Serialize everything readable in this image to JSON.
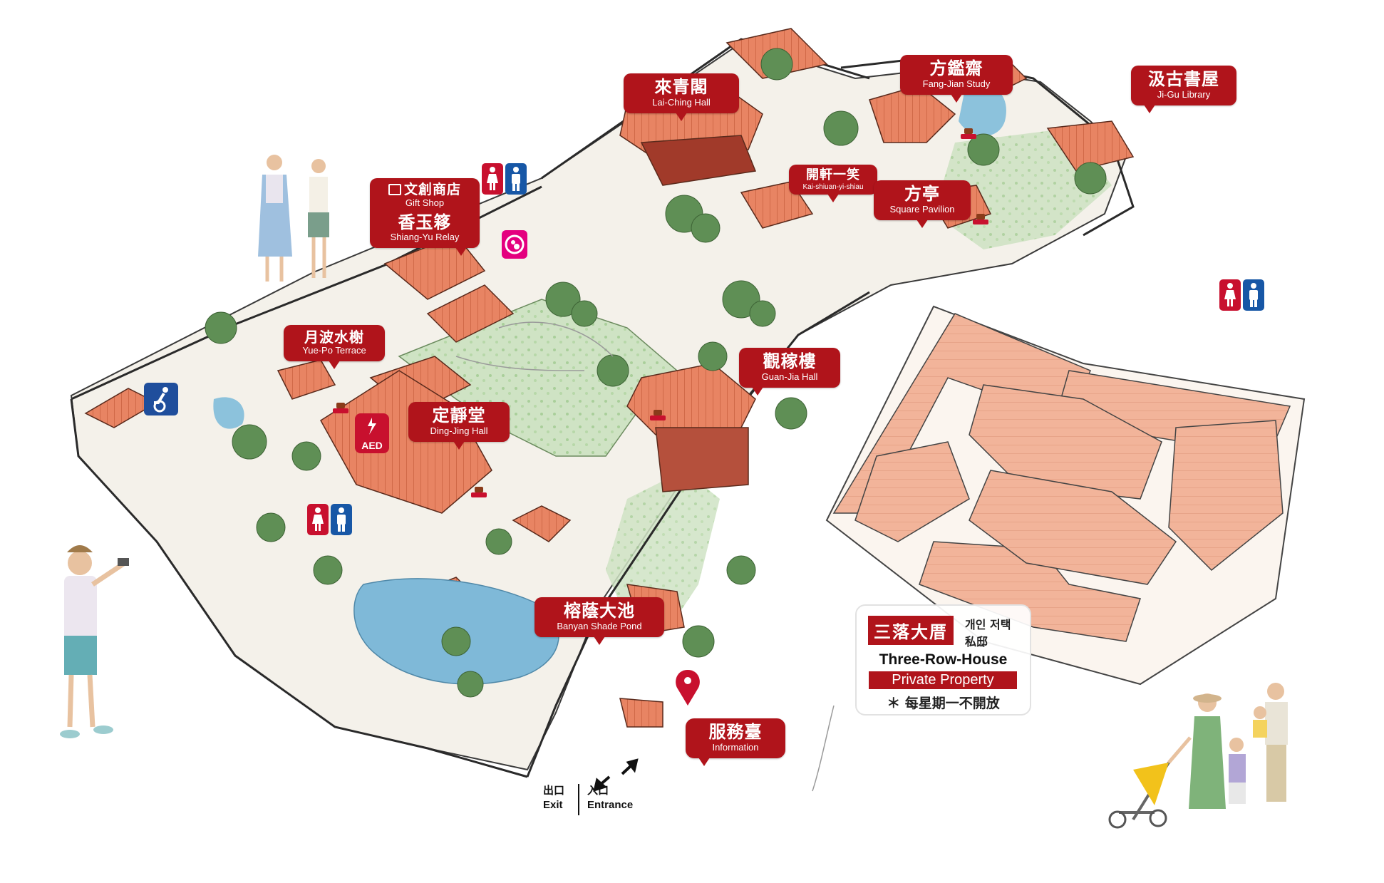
{
  "labels": {
    "lai_ching": {
      "zh": "來青閣",
      "en": "Lai-Ching Hall"
    },
    "fang_jian": {
      "zh": "方鑑齋",
      "en": "Fang-Jian Study"
    },
    "ji_gu": {
      "zh": "汲古書屋",
      "en": "Ji-Gu Library"
    },
    "kai_shiuan": {
      "zh": "開軒一笑",
      "en": "Kai-shiuan-yi-shiau"
    },
    "square_pavilion": {
      "zh": "方亭",
      "en": "Square Pavilion"
    },
    "gift_shop": {
      "zh": "文創商店",
      "en": "Gift Shop"
    },
    "shiang_yu": {
      "zh": "香玉簃",
      "en": "Shiang-Yu Relay"
    },
    "yue_po": {
      "zh": "月波水榭",
      "en": "Yue-Po Terrace"
    },
    "guan_jia": {
      "zh": "觀稼樓",
      "en": "Guan-Jia Hall"
    },
    "ding_jing": {
      "zh": "定靜堂",
      "en": "Ding-Jing Hall"
    },
    "banyan": {
      "zh": "榕蔭大池",
      "en": "Banyan Shade Pond"
    },
    "information": {
      "zh": "服務臺",
      "en": "Information"
    }
  },
  "three_row": {
    "zh": "三落大厝",
    "ko": "개인 저택",
    "zh_private": "私邸",
    "en": "Three-Row-House",
    "private": "Private Property",
    "note": "＊ 每星期一不開放"
  },
  "entrance": {
    "exit_zh": "出口",
    "exit_en": "Exit",
    "entry_zh": "入口",
    "entry_en": "Entrance"
  },
  "aed": "AED",
  "icons": [
    "restroom-icon",
    "nursing-room-icon",
    "accessible-restroom-icon",
    "aed-icon",
    "stamp-icon",
    "location-pin-icon",
    "gift-icon"
  ],
  "colors": {
    "label_red": "#b0141b",
    "restroom_women": "#c8102e",
    "restroom_men": "#1757a6",
    "nursing": "#e4007f",
    "accessible": "#1f4e9c"
  }
}
